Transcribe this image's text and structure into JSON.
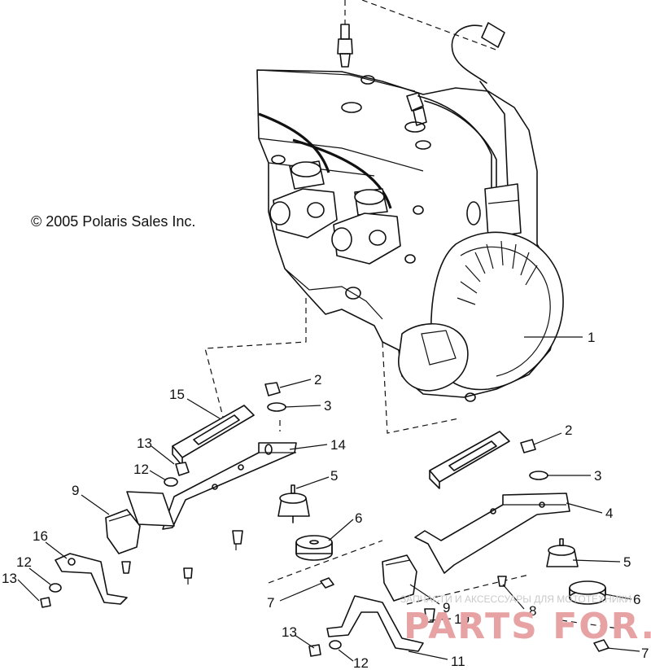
{
  "copyright": "© 2005 Polaris Sales Inc.",
  "callouts": [
    {
      "id": "c1",
      "label": "1"
    },
    {
      "id": "c2a",
      "label": "2"
    },
    {
      "id": "c3a",
      "label": "3"
    },
    {
      "id": "c15",
      "label": "15"
    },
    {
      "id": "c14",
      "label": "14"
    },
    {
      "id": "c13a",
      "label": "13"
    },
    {
      "id": "c12a",
      "label": "12"
    },
    {
      "id": "c9a",
      "label": "9"
    },
    {
      "id": "c5a",
      "label": "5"
    },
    {
      "id": "c6a",
      "label": "6"
    },
    {
      "id": "c16",
      "label": "16"
    },
    {
      "id": "c12b",
      "label": "12"
    },
    {
      "id": "c13b",
      "label": "13"
    },
    {
      "id": "c7a",
      "label": "7"
    },
    {
      "id": "c2b",
      "label": "2"
    },
    {
      "id": "c3b",
      "label": "3"
    },
    {
      "id": "c4",
      "label": "4"
    },
    {
      "id": "c5b",
      "label": "5"
    },
    {
      "id": "c6b",
      "label": "6"
    },
    {
      "id": "c9b",
      "label": "9"
    },
    {
      "id": "c8",
      "label": "8"
    },
    {
      "id": "c10",
      "label": "10"
    },
    {
      "id": "c11",
      "label": "11"
    },
    {
      "id": "c12c",
      "label": "12"
    },
    {
      "id": "c13c",
      "label": "13"
    },
    {
      "id": "c7b",
      "label": "7"
    }
  ],
  "watermark": {
    "tagline": "ЗАПЧАСТИ И АКСЕССУАРЫ ДЛЯ МОТОТЕХНИКИ",
    "brand": "PARTS FOR.RU"
  }
}
